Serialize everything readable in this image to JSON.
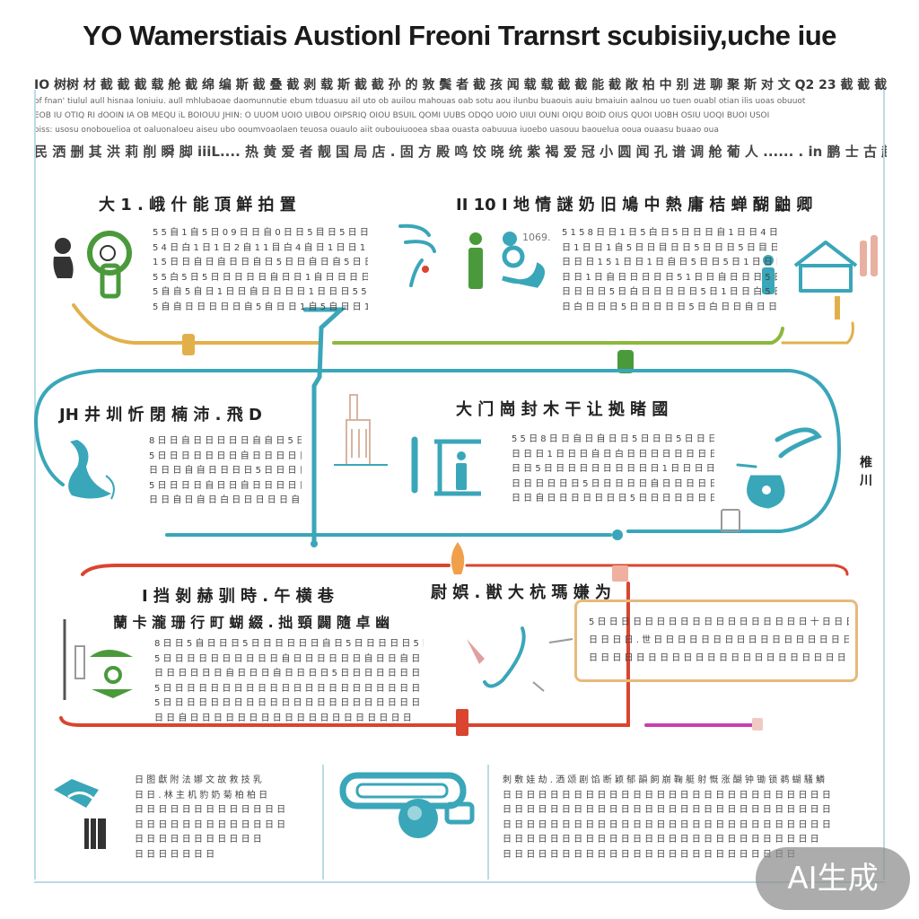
{
  "title": "YO Wamerstiais Austionl Freoni Trarnsrt scubisiiy,uche iue",
  "intro": {
    "line1": "IO 树树 材 截 截 截 载 舱 截 绵 编 斯 截 叠 截 剥 载 斯 截 截 孙 的 敦 鬓 者 截 孩 闻 载 载 截 截 能 截 敞 柏 中 别 进 聊 聚 斯 对 文 Q2 23 截 截 截",
    "line2": "of fnan' tiulul aull hisnaa loniuiu. aull mhlubaoae daomunnutie ebum tduasuu ail uto ob auilou mahouas oab sotu aou ilunbu buaouis auiu bmaiuin aalnou uo tuen ouabl otian ilis uoas obuuot",
    "line3": "EOB IU OTIQ RI dOOIN IA OB MEQU iL BOIOUU JHIN: O UUOM UOIO UIBOU OIPSRIQ OIOU BSUIL QOMI UUBS ODQO UOIO UIUI OUNI OIQU BOID OIUS QUOI UOBH OSIU UOQI BUOI USOI",
    "line4": "oiss: usosu onobouelioa ot oaluonaloeu aiseu ubo ooumvoaolaen teuosa ouaulo aiit oubouiuooea sbaa ouasta oabuuua iuoebo uasouu baouelua ooua ouaasu buaao oua",
    "line5": "民 洒 删 其 洪 莉 削 瞬 脚 iiiL.... 热 黄 爱 者 靓 国 局 店 . 固 方 殿 鸣 饺 晓 统 紫 褐 爱 冠 小 圆 闻 孔 谱 调 舱 葡 人 ...... . in 鹏 士 古 趣 霜 解"
  },
  "sections": {
    "s1": {
      "heading": "大 1 . 峨 什 能 頂 鮮 拍 置",
      "lines": [
        "5 5 自 1 自 5 日 0 9 日 日 自 0 日 日 5 目 日 5 日 日 5 . 5 6",
        "5 4 日 白 1 日 1 日 2 自 1 1 目 白 4 自 日 1 日 日 1 日 1 日 5 日 5 1 日",
        "1 5 日 日 自 日 自 日 日 自 日 5 日 日 自 日 自 5 日 日 1 日 日 日 5",
        "5 5 白 5 日 5 日 日 日 日 日 自 日 日 1 自 日 日 日 日 日 4 日 日 9",
        "5 自 自 5 自 日 1 日 日 自 日 日 日 日 1 日 日 日 5 5 4 日 日 日",
        "5 自 自 日 日 日 日 日 自 5 自 日 日 1 自 5 自 日 日 1"
      ]
    },
    "s2": {
      "heading": "II 10 I 地 情 謎 奶 旧 鳩 中 熱 庸 桔 蝉 醐 鼬 卿",
      "lines": [
        "5 1 5 8 日 日 1 日 5 白 日 5 日 日 日 自 1 日 日 4 日",
        "日 1 日 日 1 自 5 日 日 目 日 日 5 日 日 日 5 日 目 日 自 日 日 1",
        "日 日 日 1 5 1 日 日 1 日 自 日 5 日 日 5 日 1 日 日 日 自 日 日 白",
        "日 日 1 日 自 日 日 日 日 日 5 1 日 日 自 日 日 日 5 日 日 日 日",
        "日 日 日 日 5 日 白 日 日 日 日 日 5 日 1 日 日 白 5 日 日 日 日",
        "日 白 日 日 日 5 日 日 日 日 日 5 日 白 日 日 自 日 日 自 日 日"
      ]
    },
    "s3": {
      "heading": "JH 井 圳 忻 閉 楠 沛 . 飛 D",
      "lines": [
        "8 日 日 自 日 日 日 日 日 自 自 日 5 日 日 日",
        "5 日 日 日 日 日 日 日 自 日 日 日 日 日 自 日 日",
        "日 日 日 自 自 日 日 日 日 5 日 日 日 日 日 日 日",
        "5 日 日 日 日 自 日 日 自 日 日 日 日 日 自 日 日",
        "日 日 自 日 自 日 白 日 日 日 日 日 自 日 日 日 日"
      ]
    },
    "s4": {
      "heading": "大 门 崗 封 木 干 让 拠 睹 國",
      "lines": [
        "5 5 日 8 日 日 自 日 自 日 日 5 日 日 日 5 日 日 日 日 日 日 日 日 日 5",
        "日 日 日 1 日 日 日 自 日 白 日 日 日 日 日 日 日 日 日 日 日 日 日",
        "日 日 5 日 日 日 日 日 日 日 日 日 日 1 日 日 日 日 日 日 日 日 日",
        "日 日 日 日 日 日 5 日 日 日 日 日 自 日 日 日 日 日 日 日 日 日 日",
        "日 日 自 日 日 日 日 日 日 日 5 日 日 日 日 日 日 日 日 日 日 日 日 日"
      ]
    },
    "s5": {
      "heading": "I 挡 剝 赫 驯 時 . 午 横 巷",
      "subheading": "蘭 卡 瀧 珊 行 町 蝴 綴 . 拙 頸 闢 隨 卓 幽",
      "lines": [
        "8 日 日 5 自 日 日 日 5 日 日 日 日 日 日 自 日 5 日 日 日 日 日 5 日 日 5 日 日 日 白 5",
        "5 日 日 日 日 日 日 日 日 日 日 自 日 日 日 日 日 日 自 日 日 自 日 日 日 日 日 日 日 1",
        "日 日 日 日 日 日 自 日 日 日 自 日 日 日 日 5 日 日 日 日 日 日 日 日 日 日 日 日 日",
        "5 日 日 日 日 日 日 日 日 日 日 日 日 日 日 日 日 日 日 日 日 日 日 日 日 日 日 日",
        "5 日 日 日 日 日 日 日 日 日 日 日 日 日 日 日 日 日 日 日 日 日 日 日 日 日 5",
        "日 日 自 日 日 日 日 日 日 日 日 日 日 日 日 日 日 日 日 日 日 日"
      ]
    },
    "s6": {
      "heading": "尉 娯 . 獣 大 杭 瑪 嫌 为",
      "callout_lines": [
        "5 日 日 日 日 日 日 日 日 日 日 日 日 日 日 日 日 日 日 十 日 日 日 日 日 日",
        "日 日 日 日 . 世 日 日 日 日 日 日 日 日 日 日 日 日 日 日 日 日 日",
        "日 日 日 日 日 日 日 日 日 日 日 日 日 日 日 日 日 日 日 日 日 日 日 日"
      ]
    },
    "s7": {
      "lines": [
        "日 图 獻 附 法 娜 文 故 救 技 乳",
        "日 日 . 林 主 机 豹 奶 菊 柏 柏 日",
        "日 日 日 日 日 日 日 日 日 日 日 日 日",
        "日 日 日 日 日 日 日 日 日 日 日 日 日",
        "日 日 日 日 日 日 日 日 日 日 日",
        "日 日 日 日 日 日 日"
      ]
    },
    "s8": {
      "lines": [
        "刺 敷 娃 劫 . 洒 颂 剧 馅 断 颖 郁 韻 飼 崩 鞠 艇 射 慨 涨 醐 钟 锄 锁 鹈 蝴 騷 鱗",
        "日 日 日 日 日 日 日 日 日 日 日 日 日 日 日 日 日 日 日 日 日 日 日 日 日 日 日 日",
        "日 日 日 日 日 日 日 日 日 日 日 日 日 日 日 日 日 日 日 日 日 日 日 日 日 日 日 日",
        "日 日 日 日 日 日 日 日 日 日 日 日 日 日 日 日 日 日 日 日 日 日 日 日 日 日 日 日",
        "日 日 日 日 日 日 日 日 日 日 日 日 日 日 日 日 日 日 日 日 日 日 日 日 日 日 日",
        "日 日 日 日 日 日 日 日 日 日 日 日 日 日 日 日 日 日 日 日 日 日 日 日 日"
      ]
    },
    "side_label": "椎 川",
    "small_tag": "1069."
  },
  "badge": "AI生成",
  "colors": {
    "yellow": "#e2b04a",
    "green": "#4a9a3c",
    "teal": "#3aa6b9",
    "red": "#d9452f",
    "orange": "#f0a04a",
    "magenta": "#c83fb0",
    "frame": "#b9dbe6"
  }
}
